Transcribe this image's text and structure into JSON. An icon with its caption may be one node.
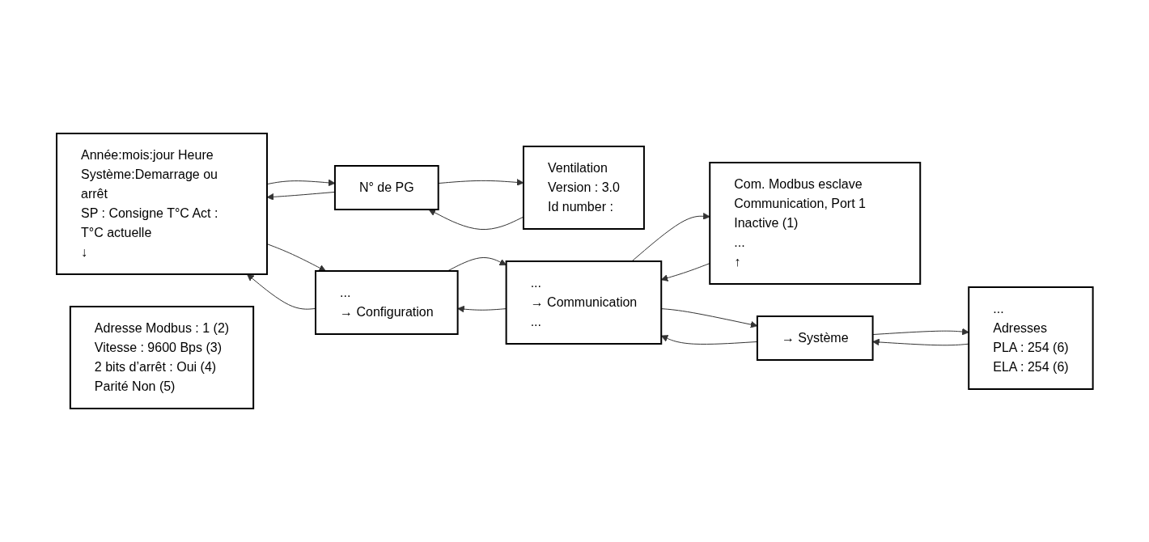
{
  "diagram": {
    "nodes": [
      {
        "text": [
          "Année:mois:jour Heure",
          "Système:Demarrage ou arrêt",
          "SP : Consigne T°C Act : T°C actuelle",
          "↓"
        ]
      },
      {
        "text": [
          "N° de PG"
        ]
      },
      {
        "text": [
          "Ventilation",
          "Version : 3.0",
          "Id number :"
        ]
      },
      {
        "text": [
          "...",
          "→ Configuration"
        ]
      },
      {
        "text": [
          "...",
          "→ Communication",
          "..."
        ]
      },
      {
        "text": [
          "Com. Modbus esclave Communication, Port 1",
          "Inactive (1)",
          "...",
          "↑"
        ]
      },
      {
        "text": [
          "→ Système"
        ]
      },
      {
        "text": [
          "...",
          "Adresses",
          "PLA : 254 (6)",
          "ELA : 254 (6)"
        ]
      },
      {
        "text": [
          "Adresse Modbus : 1 (2)",
          "Vitesse : 9600 Bps (3)",
          "2 bits d’arrêt : Oui (4)",
          "Parité Non (5)"
        ]
      }
    ],
    "edges": [
      {
        "from": 0,
        "to": 1,
        "arrow": "to"
      },
      {
        "from": 1,
        "to": 0,
        "arrow": "to"
      },
      {
        "from": 1,
        "to": 2,
        "arrow": "to"
      },
      {
        "from": 2,
        "to": 1,
        "arrow": "to"
      },
      {
        "from": 0,
        "to": 3,
        "arrow": "to"
      },
      {
        "from": 3,
        "to": 0,
        "arrow": "to"
      },
      {
        "from": 3,
        "to": 4,
        "arrow": "to"
      },
      {
        "from": 4,
        "to": 3,
        "arrow": "to"
      },
      {
        "from": 4,
        "to": 5,
        "arrow": "to"
      },
      {
        "from": 5,
        "to": 4,
        "arrow": "to"
      },
      {
        "from": 4,
        "to": 6,
        "arrow": "to"
      },
      {
        "from": 6,
        "to": 4,
        "arrow": "to"
      },
      {
        "from": 6,
        "to": 7,
        "arrow": "to"
      },
      {
        "from": 7,
        "to": 6,
        "arrow": "to"
      }
    ]
  }
}
